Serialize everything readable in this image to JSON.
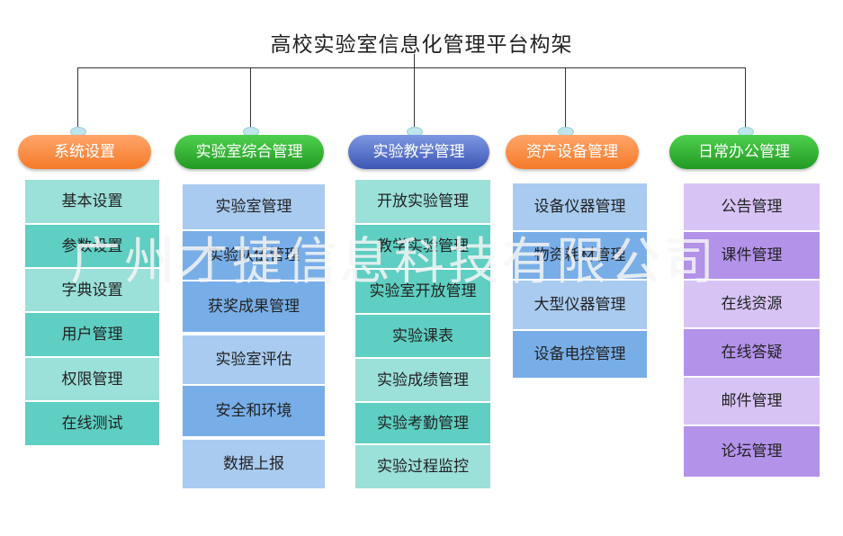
{
  "title": "高校实验室信息化管理平台构架",
  "columns": [
    {
      "header": "系统设置",
      "header_color": "#f57a29",
      "items": [
        "基本设置",
        "参数设置",
        "字典设置",
        "用户管理",
        "权限管理",
        "在线测试"
      ]
    },
    {
      "header": "实验室综合管理",
      "header_color": "#229a22",
      "items": [
        "实验室管理",
        "实验队伍管理",
        "获奖成果管理",
        "实验室评估",
        "安全和环境",
        "数据上报"
      ]
    },
    {
      "header": "实验教学管理",
      "header_color": "#3c57b5",
      "items": [
        "开放实验管理",
        "教学实验管理",
        "实验室开放管理",
        "实验课表",
        "实验成绩管理",
        "实验考勤管理",
        "实验过程监控"
      ]
    },
    {
      "header": "资产设备管理",
      "header_color": "#f57a29",
      "items": [
        "设备仪器管理",
        "物资耗材管理",
        "大型仪器管理",
        "设备电控管理"
      ]
    },
    {
      "header": "日常办公管理",
      "header_color": "#229a22",
      "items": [
        "公告管理",
        "课件管理",
        "在线资源",
        "在线答疑",
        "邮件管理",
        "论坛管理"
      ]
    }
  ],
  "watermark": "广州才捷信息科技有限公司"
}
